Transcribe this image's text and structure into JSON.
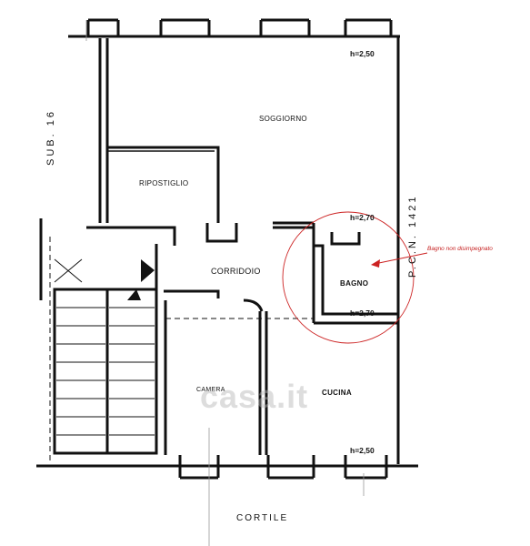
{
  "rooms": {
    "soggiorno": "SOGGIORNO",
    "ripostiglio": "RIPOSTIGLIO",
    "corridoio": "CORRIDOIO",
    "bagno": "BAGNO",
    "camera": "CAMERA",
    "cucina": "CUCINA"
  },
  "heights": {
    "soggiorno": "h=2,50",
    "bagno_top": "h=2,70",
    "bagno_bottom": "h=2,70",
    "cucina": "h=2,50"
  },
  "labels": {
    "cortile": "CORTILE",
    "sub": "SUB. 16",
    "pcn": "P.C.N. 1421"
  },
  "annotation": {
    "text": "Bagno non disimpegnato",
    "color": "#cc2222"
  },
  "watermark": "casa.it",
  "colors": {
    "lines": "#111111",
    "annotation": "#cc2222"
  }
}
